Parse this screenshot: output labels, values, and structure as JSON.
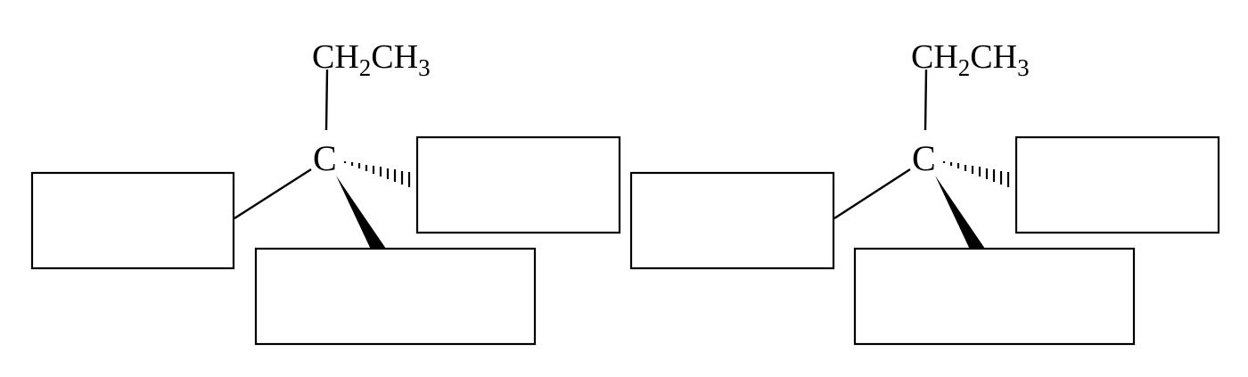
{
  "molecules": [
    {
      "top_group": {
        "parts": [
          {
            "text": "CH",
            "sub": "2"
          },
          {
            "text": "CH",
            "sub": "3"
          }
        ]
      },
      "center_atom": "C"
    },
    {
      "top_group": {
        "parts": [
          {
            "text": "CH",
            "sub": "2"
          },
          {
            "text": "CH",
            "sub": "3"
          }
        ]
      },
      "center_atom": "C"
    }
  ]
}
